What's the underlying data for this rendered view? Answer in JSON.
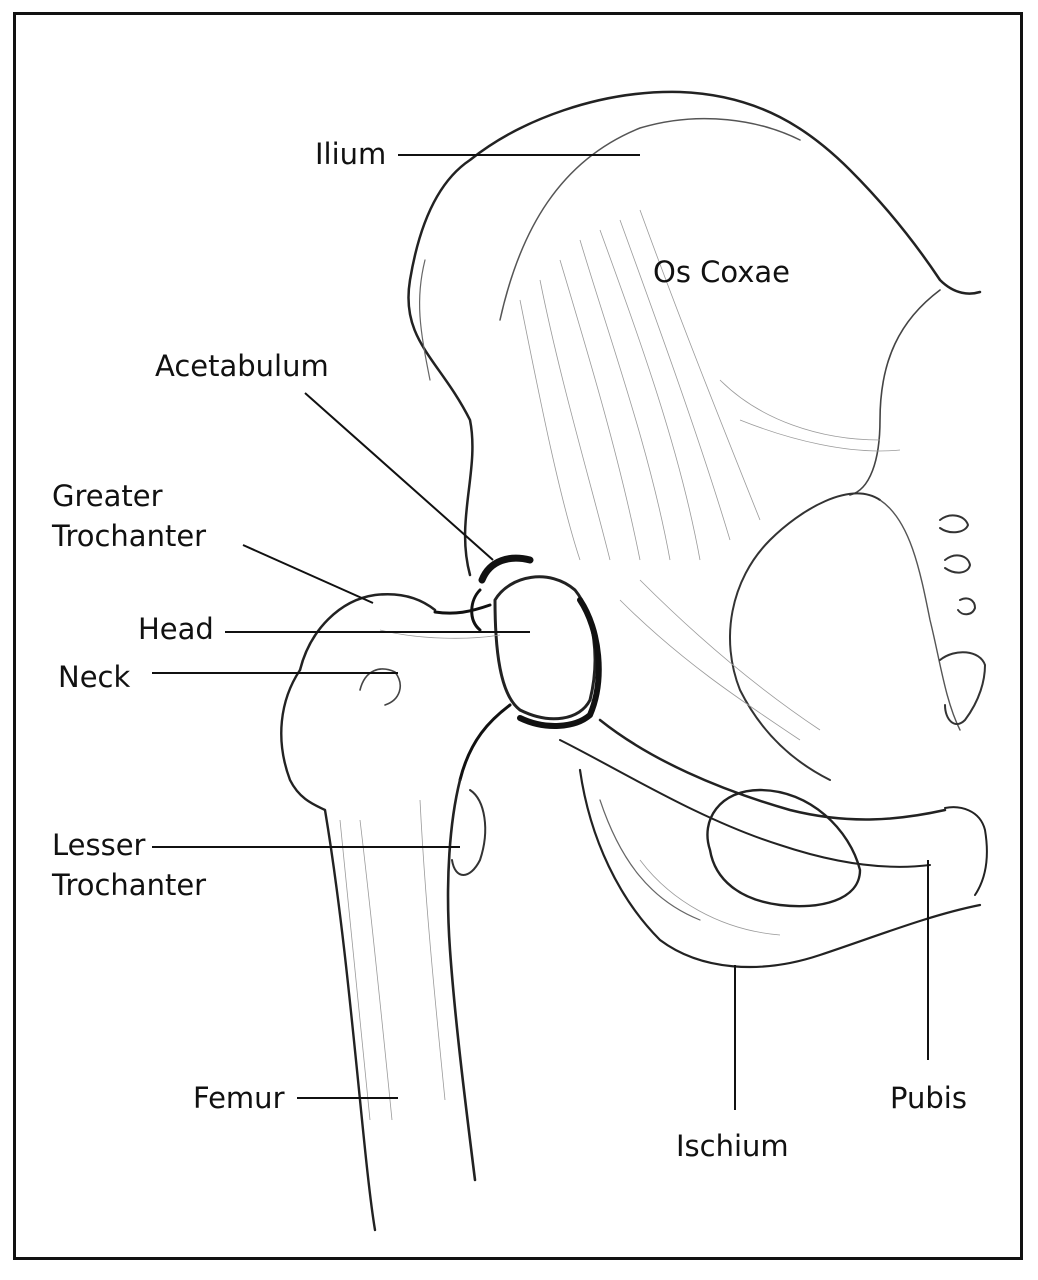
{
  "labels": {
    "ilium": "Ilium",
    "os_coxae": "Os Coxae",
    "acetabulum": "Acetabulum",
    "greater_trochanter_1": "Greater",
    "greater_trochanter_2": "Trochanter",
    "head": "Head",
    "neck": "Neck",
    "lesser_trochanter_1": "Lesser",
    "lesser_trochanter_2": "Trochanter",
    "femur": "Femur",
    "ischium": "Ischium",
    "pubis": "Pubis"
  },
  "colors": {
    "ink": "#111111",
    "shade": "#8a8a8a",
    "paper": "#ffffff"
  }
}
